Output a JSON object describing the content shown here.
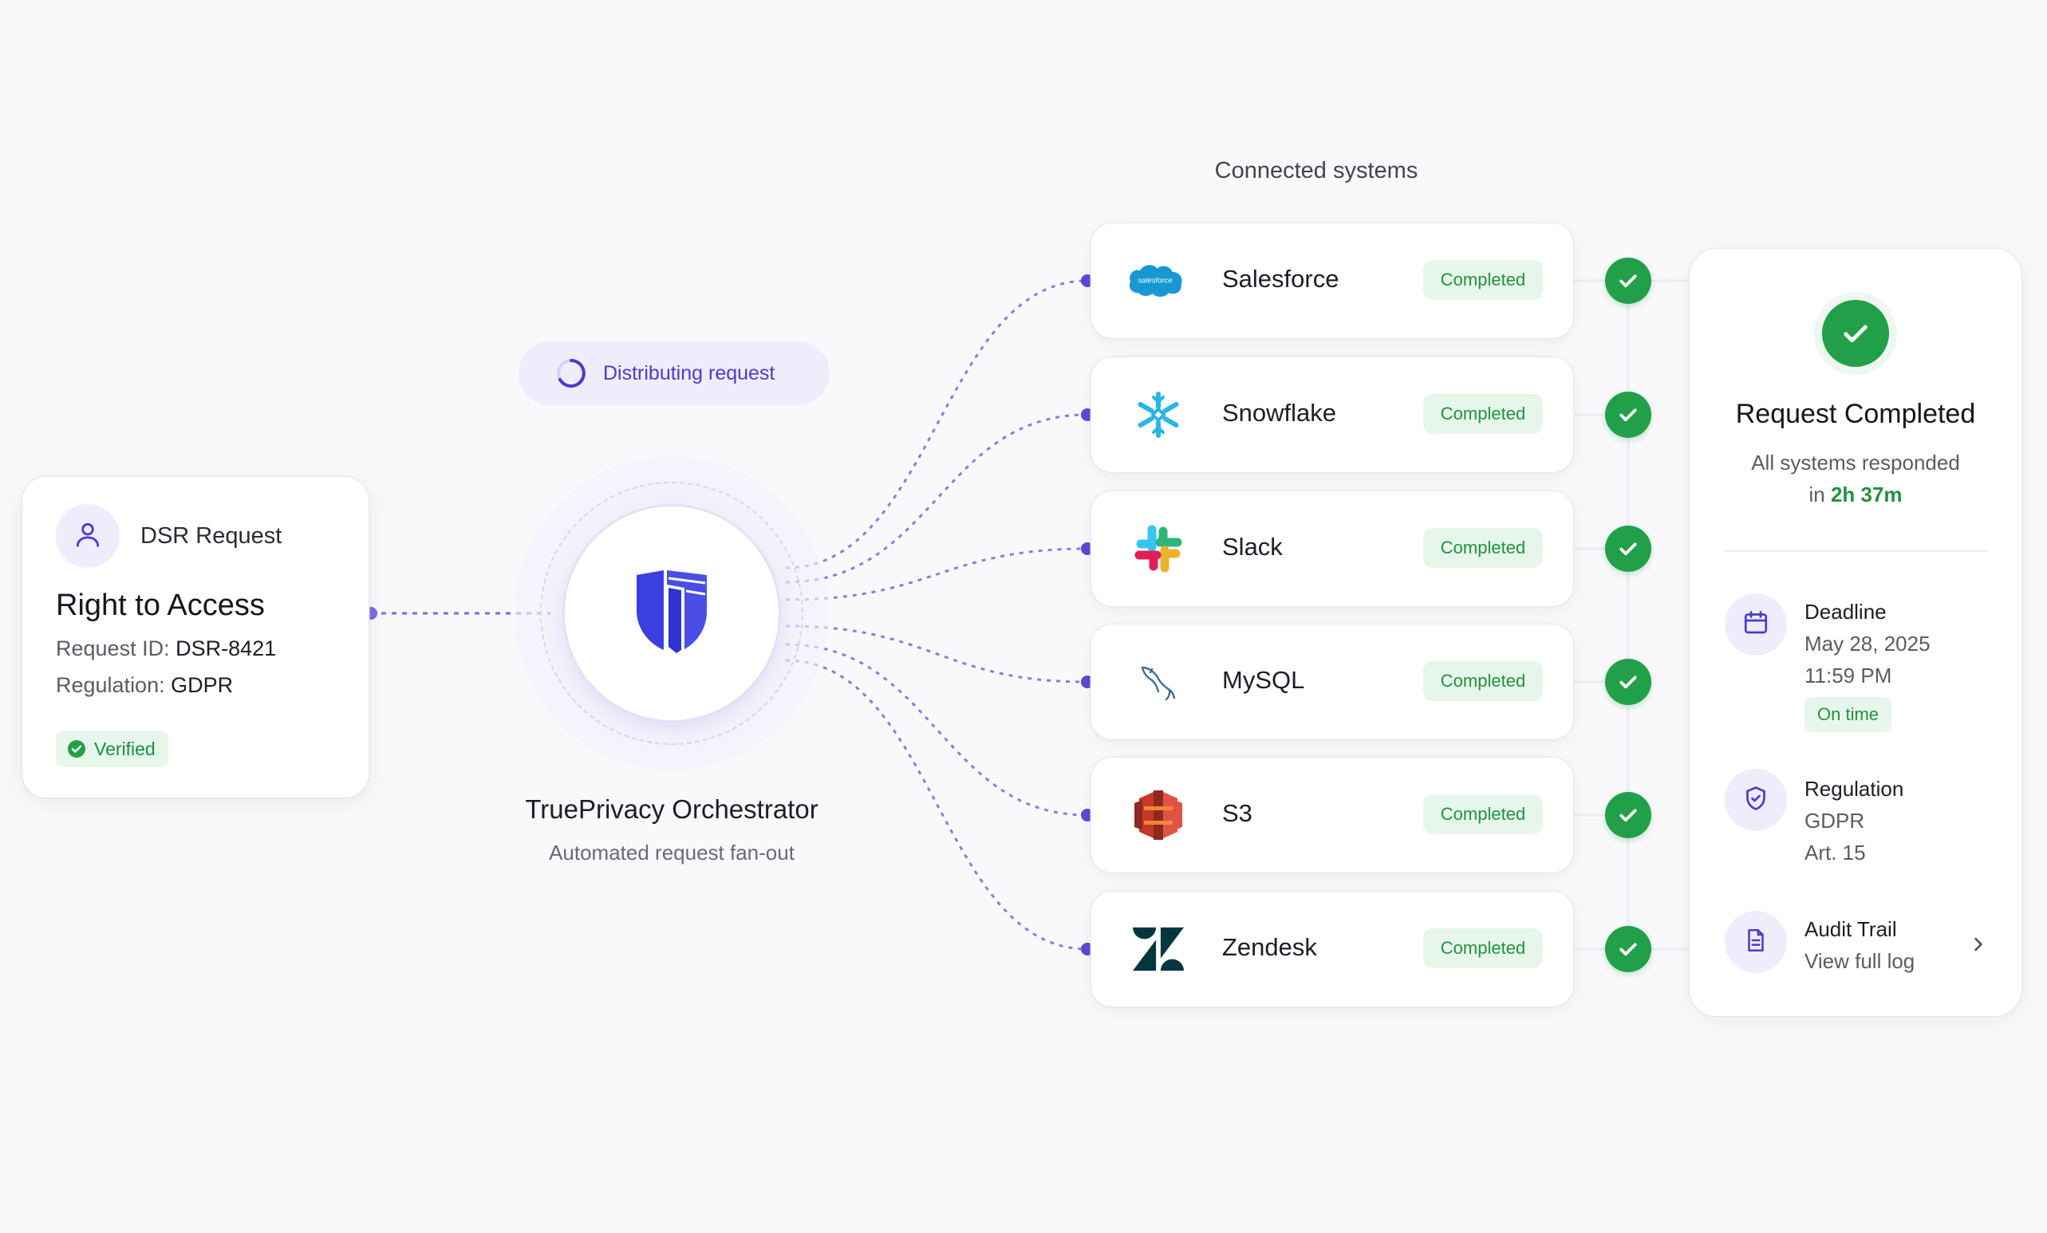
{
  "dsr": {
    "header_label": "DSR Request",
    "title": "Right to Access",
    "request_id_label": "Request ID:",
    "request_id": "DSR-8421",
    "regulation_label": "Regulation:",
    "regulation": "GDPR",
    "verified_label": "Verified"
  },
  "orchestrator": {
    "status_label": "Distributing request",
    "name": "TruePrivacy Orchestrator",
    "subtitle": "Automated request fan-out"
  },
  "systems": {
    "heading": "Connected systems",
    "items": [
      {
        "name": "Salesforce",
        "status": "Completed",
        "icon": "salesforce-logo",
        "logo_text": "salesforce"
      },
      {
        "name": "Snowflake",
        "status": "Completed",
        "icon": "snowflake-logo"
      },
      {
        "name": "Slack",
        "status": "Completed",
        "icon": "slack-logo"
      },
      {
        "name": "MySQL",
        "status": "Completed",
        "icon": "mysql-dolphin-logo"
      },
      {
        "name": "S3",
        "status": "Completed",
        "icon": "aws-s3-logo"
      },
      {
        "name": "Zendesk",
        "status": "Completed",
        "icon": "zendesk-logo"
      }
    ]
  },
  "summary": {
    "title": "Request Completed",
    "subtitle_line1": "All systems responded",
    "subtitle_in": "in",
    "duration": "2h 37m",
    "deadline": {
      "label": "Deadline",
      "date": "May 28, 2025",
      "time": "11:59 PM",
      "badge": "On time"
    },
    "regulation": {
      "label": "Regulation",
      "value": "GDPR",
      "article": "Art. 15"
    },
    "audit": {
      "label": "Audit Trail",
      "link": "View full log"
    }
  },
  "colors": {
    "accent": "#4b3ccf",
    "connector": "#7b6be0",
    "success": "#22a049",
    "success_bg": "#e6f6ea",
    "icon_bg": "#efedfb"
  }
}
